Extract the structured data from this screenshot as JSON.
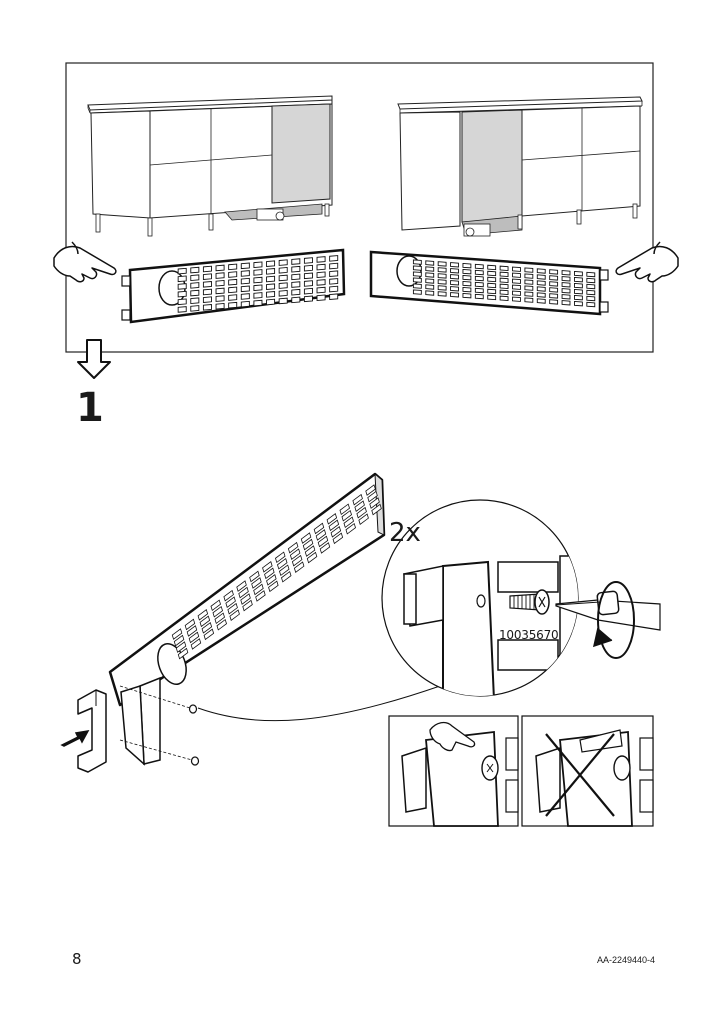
{
  "step": {
    "number": "1"
  },
  "detail": {
    "quantity": "2x",
    "part_number": "10035670"
  },
  "footer": {
    "page_number": "8",
    "document_code": "AA-2249440-4"
  },
  "icons": {
    "hand": "pointing-hand-icon",
    "arrow_down": "down-arrow-icon",
    "rotate": "rotate-clockwise-icon",
    "screw": "screw-icon",
    "screwdriver": "screwdriver-icon",
    "wrong": "x-mark-icon"
  }
}
